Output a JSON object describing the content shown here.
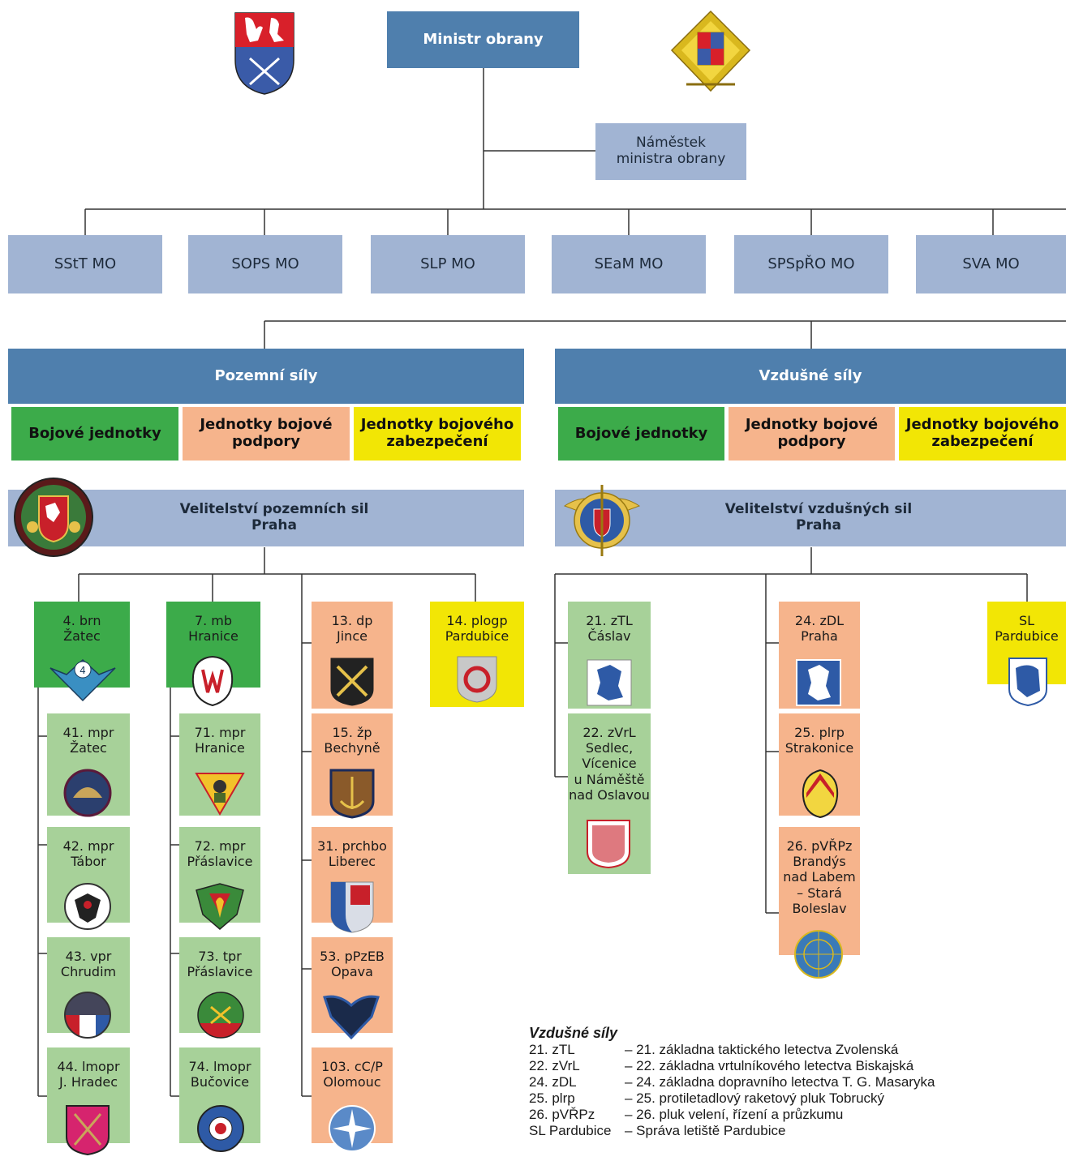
{
  "top": {
    "minister": "Ministr obrany",
    "deputy": "Náměstek\nministra obrany"
  },
  "sections": [
    "SStT MO",
    "SOPS MO",
    "SLP MO",
    "SEaM MO",
    "SPSpŘO MO",
    "SVA MO"
  ],
  "ground": {
    "title": "Pozemní síly",
    "cat_combat": "Bojové jednotky",
    "cat_support": "Jednotky bojové podpory",
    "cat_service": "Jednotky bojového zabezpečení",
    "command": "Velitelství pozemních sil\nPraha"
  },
  "air": {
    "title": "Vzdušné síly",
    "cat_combat": "Bojové jednotky",
    "cat_support": "Jednotky bojové podpory",
    "cat_service": "Jednotky bojového zabezpečení",
    "command": "Velitelství vzdušných sil\nPraha"
  },
  "units": {
    "brn4": "4. brn\nŽatec",
    "mpr41": "41. mpr\nŽatec",
    "mpr42": "42. mpr\nTábor",
    "vpr43": "43. vpr\nChrudim",
    "lmopr44": "44. lmopr\nJ. Hradec",
    "mb7": "7. mb\nHranice",
    "mpr71": "71. mpr\nHranice",
    "mpr72": "72. mpr\nPřáslavice",
    "tpr73": "73. tpr\nPřáslavice",
    "lmopr74": "74. lmopr\nBučovice",
    "dp13": "13. dp\nJince",
    "zp15": "15. žp\nBechyně",
    "prchbo31": "31. prchbo\nLiberec",
    "ppzeb53": "53. pPzEB\nOpava",
    "cp103": "103. cC/P\nOlomouc",
    "plogp14": "14. plogp\nPardubice",
    "ztl21": "21. zTL\nČáslav",
    "zvrl22": "22. zVrL\nSedlec,\nVícenice\nu Náměště\nnad Oslavou",
    "zdl24": "24. zDL\nPraha",
    "plrp25": "25. plrp\nStrakonice",
    "pvrpz26": "26. pVŘPz\nBrandýs\nnad Labem\n– Stará\nBoleslav",
    "sl": "SL\nPardubice"
  },
  "legend": {
    "title": "Vzdušné síly",
    "rows": [
      {
        "abbr": "21. zTL",
        "desc": "– 21. základna taktického letectva Zvolenská"
      },
      {
        "abbr": "22. zVrL",
        "desc": "– 22. základna vrtulníkového letectva Biskajská"
      },
      {
        "abbr": "24. zDL",
        "desc": "– 24. základna dopravního letectva T. G. Masaryka"
      },
      {
        "abbr": "25. plrp",
        "desc": "– 25. protiletadlový raketový pluk Tobrucký"
      },
      {
        "abbr": "26. pVŘPz",
        "desc": "– 26. pluk velení, řízení a průzkumu"
      },
      {
        "abbr": "SL Pardubice",
        "desc": "– Správa letiště Pardubice"
      }
    ]
  },
  "colors": {
    "dark_blue": "#4f7fad",
    "light_blue": "#a1b4d3",
    "green": "#3cab4a",
    "light_green": "#a7d199",
    "salmon": "#f6b48c",
    "yellow": "#f2e605"
  }
}
